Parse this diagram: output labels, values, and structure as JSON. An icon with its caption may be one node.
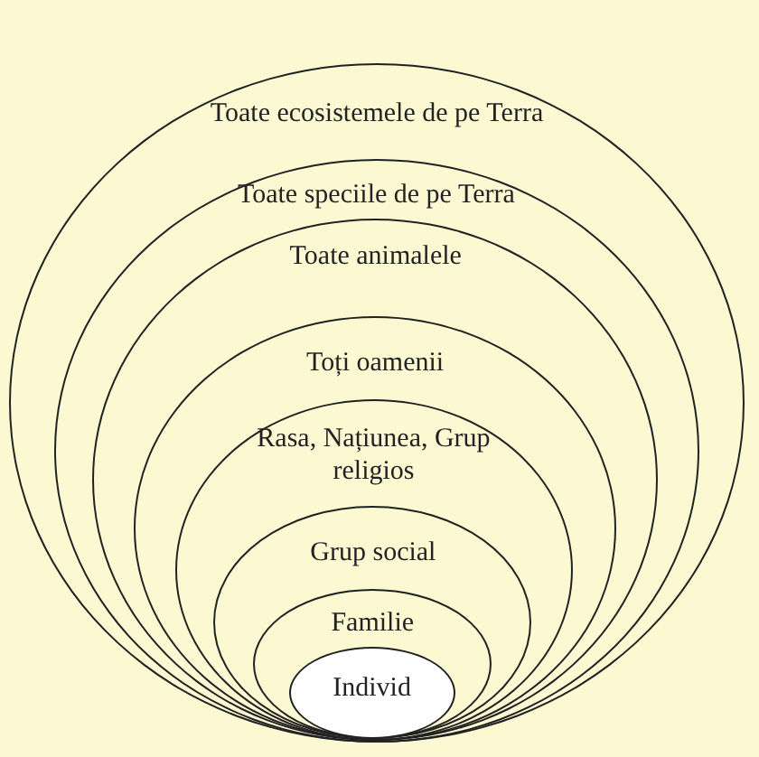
{
  "diagram": {
    "nodes": [
      {
        "text": [
          "Toate ecosistemele de pe Terra"
        ]
      },
      {
        "text": [
          "Toate speciile de pe Terra"
        ],
        "in": 0
      },
      {
        "text": [
          "Toate animalele"
        ],
        "in": 1
      },
      {
        "text": [
          "Toți oamenii"
        ],
        "in": 2
      },
      {
        "text": [
          "Rasa, Națiunea, Grup religios"
        ],
        "in": 3
      },
      {
        "text": [
          "Grup social"
        ],
        "in": 4
      },
      {
        "text": [
          "Familie"
        ],
        "in": 5
      },
      {
        "text": [
          "Individ"
        ],
        "in": 6
      }
    ]
  }
}
